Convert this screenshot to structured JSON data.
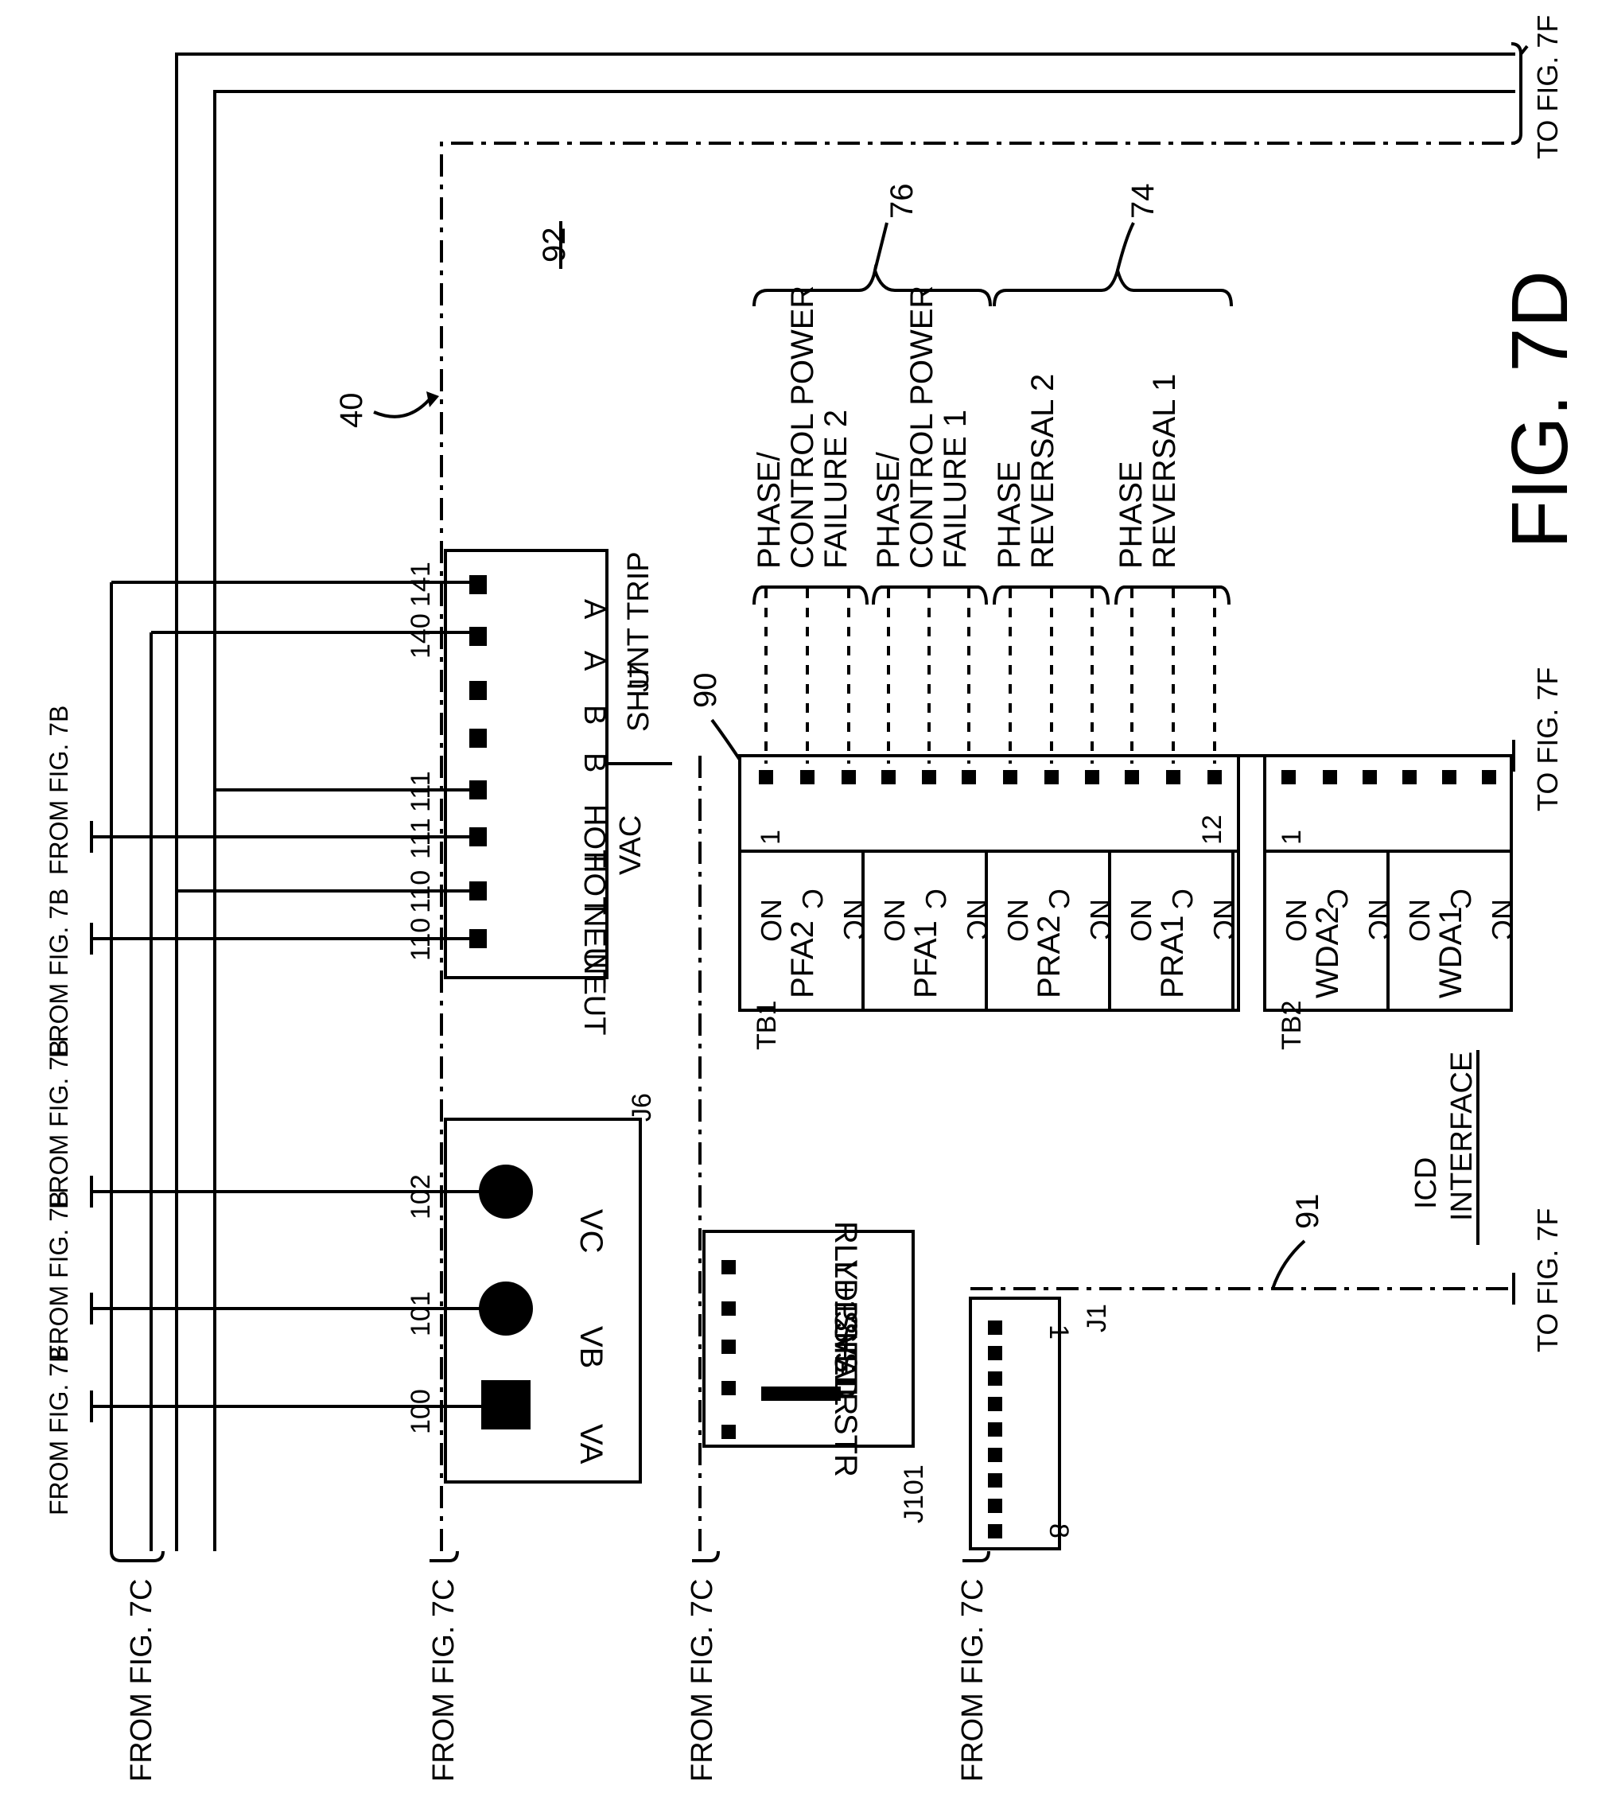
{
  "figure_label": "FIG. 7D",
  "refs": {
    "r40": "40",
    "r92": "92",
    "r76": "76",
    "r74": "74",
    "r90": "90",
    "r91": "91"
  },
  "offpage": {
    "from7c": "FROM FIG. 7C",
    "from7b": "FROM FIG. 7B",
    "to7f": "TO FIG. 7F"
  },
  "j7": {
    "name": "J7",
    "caption_vac": "VAC",
    "caption_shunt": "SHUNT TRIP",
    "pins": [
      "NEUT",
      "NEUT",
      "HOT",
      "HOT",
      "B",
      "B",
      "A",
      "A"
    ],
    "wires": [
      "110",
      "110",
      "111",
      "111",
      "",
      "",
      "140",
      "141"
    ]
  },
  "j6": {
    "name": "J6",
    "pins": [
      "VA",
      "VB",
      "VC"
    ],
    "wires": [
      "100",
      "101",
      "102"
    ]
  },
  "j101": {
    "name": "J101",
    "labels": [
      "FAIL STR",
      "PS STR",
      "LD SHED",
      "RLY+12V"
    ]
  },
  "j1": {
    "name": "J1",
    "pin_first": "1",
    "pin_last": "8"
  },
  "icd": {
    "line1": "ICD",
    "line2": "INTERFACE"
  },
  "tb1": {
    "name": "TB1",
    "pin_first": "1",
    "pin_last": "12",
    "relays": [
      "PFA2",
      "PFA1",
      "PRA2",
      "PRA1"
    ],
    "contacts": [
      "NO",
      "C",
      "NC"
    ],
    "groups": [
      {
        "l1": "PHASE/",
        "l2": "CONTROL POWER",
        "l3": "FAILURE 2"
      },
      {
        "l1": "PHASE/",
        "l2": "CONTROL POWER",
        "l3": "FAILURE 1"
      },
      {
        "l1": "PHASE",
        "l2": "REVERSAL 2",
        "l3": ""
      },
      {
        "l1": "PHASE",
        "l2": "REVERSAL 1",
        "l3": ""
      }
    ]
  },
  "tb2": {
    "name": "TB2",
    "pin_first": "1",
    "relays": [
      "WDA2",
      "WDA1"
    ],
    "contacts": [
      "NO",
      "C",
      "NC"
    ]
  }
}
